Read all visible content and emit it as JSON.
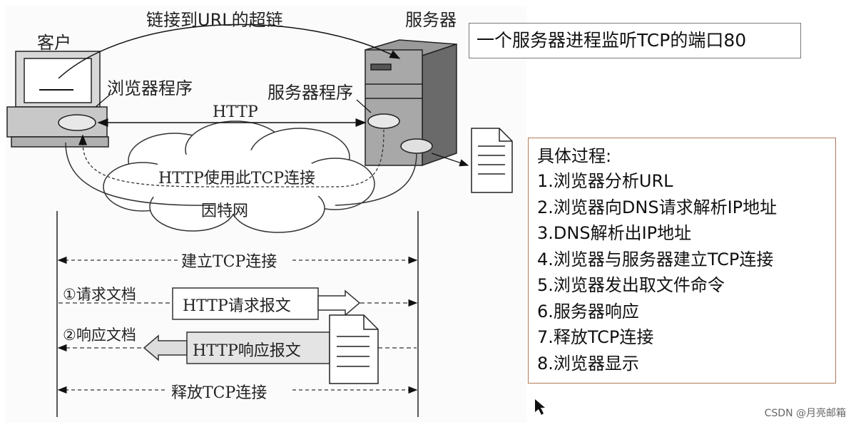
{
  "diagram": {
    "hyperlink_label": "链接到URL的超链",
    "client_label": "客户",
    "server_label": "服务器",
    "browser_program_label": "浏览器程序",
    "server_program_label": "服务器程序",
    "http_label": "HTTP",
    "http_tcp_label": "HTTP使用此TCP连接",
    "internet_label": "因特网",
    "establish_tcp_label": "建立TCP连接",
    "request_doc_label": "①请求文档",
    "http_request_label": "HTTP请求报文",
    "response_doc_label": "②响应文档",
    "http_response_label": "HTTP响应报文",
    "release_tcp_label": "释放TCP连接"
  },
  "callout": {
    "text": "一个服务器进程监听TCP的端口80"
  },
  "steps_box": {
    "title": "具体过程:",
    "steps": [
      "1.浏览器分析URL",
      "2.浏览器向DNS请求解析IP地址",
      "3.DNS解析出IP地址",
      "4.浏览器与服务器建立TCP连接",
      "5.浏览器发出取文件命令",
      "6.服务器响应",
      "7.释放TCP连接",
      "8.浏览器显示"
    ]
  },
  "watermark": "CSDN @月亮邮箱"
}
